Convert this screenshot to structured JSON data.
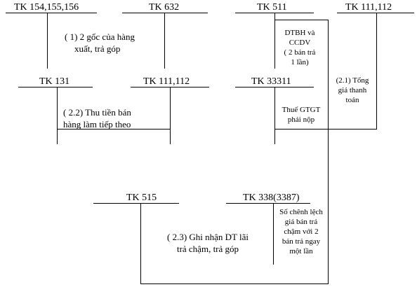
{
  "accounts": {
    "tk154": "TK 154,155,156",
    "tk632": "TK 632",
    "tk511": "TK 511",
    "tk111_top": "TK 111,112",
    "tk131": "TK 131",
    "tk111_mid": "TK 111,112",
    "tk33311": "TK 33311",
    "tk515": "TK 515",
    "tk338": "TK 338(3387)"
  },
  "entries": {
    "e1": [
      "( 1) 2 gốc của hàng",
      "xuất, trả góp"
    ],
    "e21": [
      "(2.1) Tổng",
      "giá thanh",
      "toán"
    ],
    "e22": [
      "( 2.2) Thu tiền bán",
      "hàng làm tiếp theo"
    ],
    "e23": [
      "( 2.3) Ghi nhận DT lãi",
      "trả chậm, trả góp"
    ],
    "dtbh": [
      "DTBH và",
      "CCDV",
      "( 2 bán trả",
      "1 lần)"
    ],
    "vat": [
      "Thuế GTGT",
      "phải nộp"
    ],
    "chenh": [
      "Số chênh lệch",
      "giá bán trả",
      "chậm với 2",
      "bán trả ngay",
      "một lần"
    ]
  }
}
